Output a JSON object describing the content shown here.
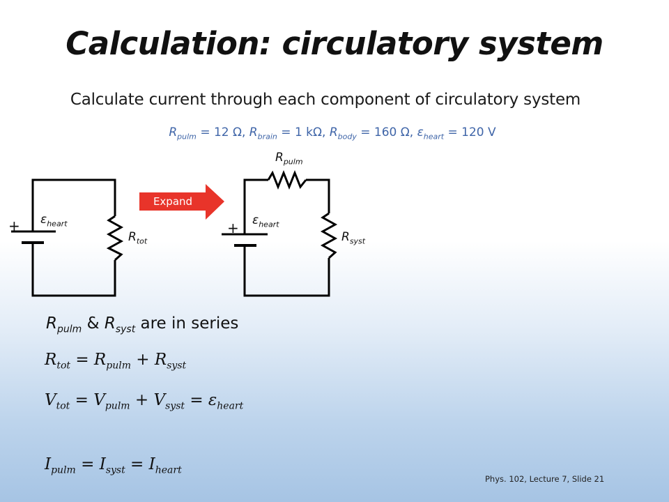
{
  "slide": {
    "title": "Calculation: circulatory system",
    "subtitle": "Calculate current through each component of circulatory system",
    "given": {
      "r_pulm_val": "= 12 Ω, ",
      "r_brain_val": "= 1 kΩ, ",
      "r_body_val": "= 160 Ω, ",
      "emf_val": "= 120 V"
    },
    "symbols": {
      "R": "R",
      "eps": "ε",
      "V": "V",
      "I": "I",
      "pulm": "pulm",
      "brain": "brain",
      "body": "body",
      "heart": "heart",
      "tot": "tot",
      "syst": "syst"
    },
    "circuit_left": {
      "plus": "+"
    },
    "circuit_right": {
      "plus": "+"
    },
    "expand_label": "Expand",
    "series_statement": {
      "amp": "&",
      "tail": "are in series"
    },
    "equations": {
      "eq_sign": "=",
      "plus": "+"
    },
    "footer": "Phys. 102, Lecture 7, Slide 21",
    "colors": {
      "given_text": "#3f65a8",
      "expand_arrow": "#e8342a",
      "background_bottom": "#a6c4e4"
    }
  }
}
